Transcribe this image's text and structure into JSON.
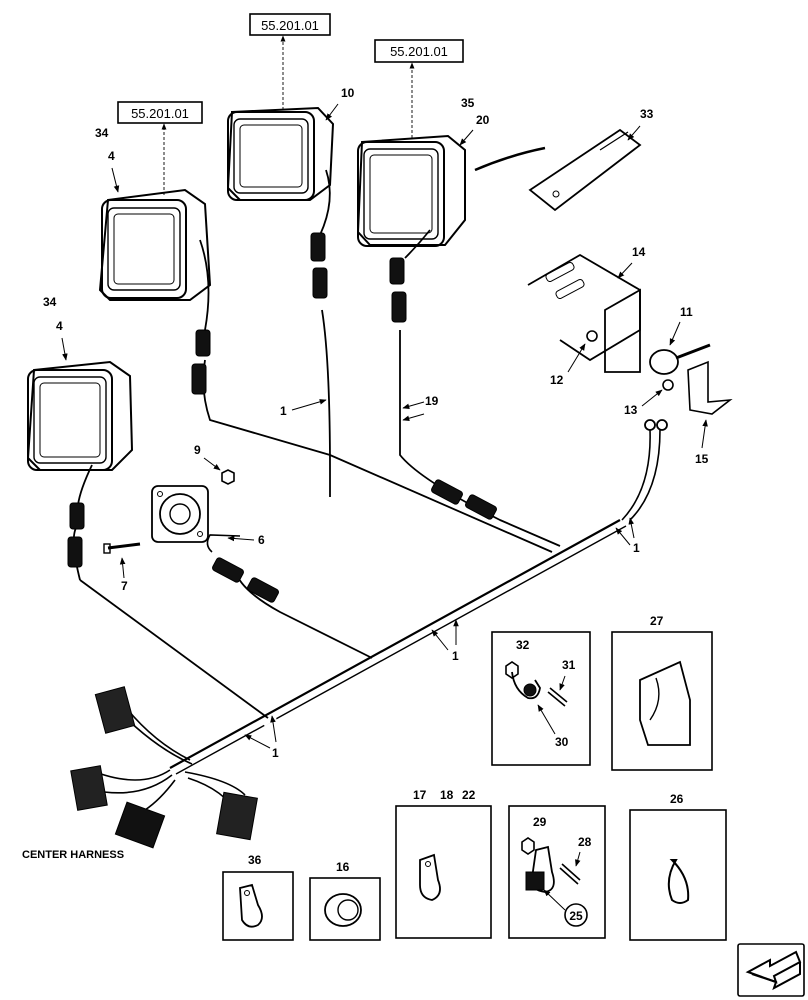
{
  "diagram": {
    "references": [
      {
        "id": "ref-left",
        "text": "55.201.01"
      },
      {
        "id": "ref-center",
        "text": "55.201.01"
      },
      {
        "id": "ref-right",
        "text": "55.201.01"
      }
    ],
    "callouts": {
      "c1a": "1",
      "c1b": "1",
      "c1c": "1",
      "c1d": "1",
      "c4a": "4",
      "c4b": "4",
      "c6": "6",
      "c7": "7",
      "c9": "9",
      "c10": "10",
      "c11": "11",
      "c12": "12",
      "c13": "13",
      "c14": "14",
      "c15": "15",
      "c16": "16",
      "c17": "17",
      "c18": "18",
      "c19": "19",
      "c20": "20",
      "c22": "22",
      "c25": "25",
      "c26": "26",
      "c27": "27",
      "c28": "28",
      "c29": "29",
      "c30": "30",
      "c31": "31",
      "c32": "32",
      "c33": "33",
      "c34a": "34",
      "c34b": "34",
      "c35": "35",
      "c36": "36"
    },
    "caption": "CENTER HARNESS",
    "nav_icon": "arrow-left-icon"
  }
}
